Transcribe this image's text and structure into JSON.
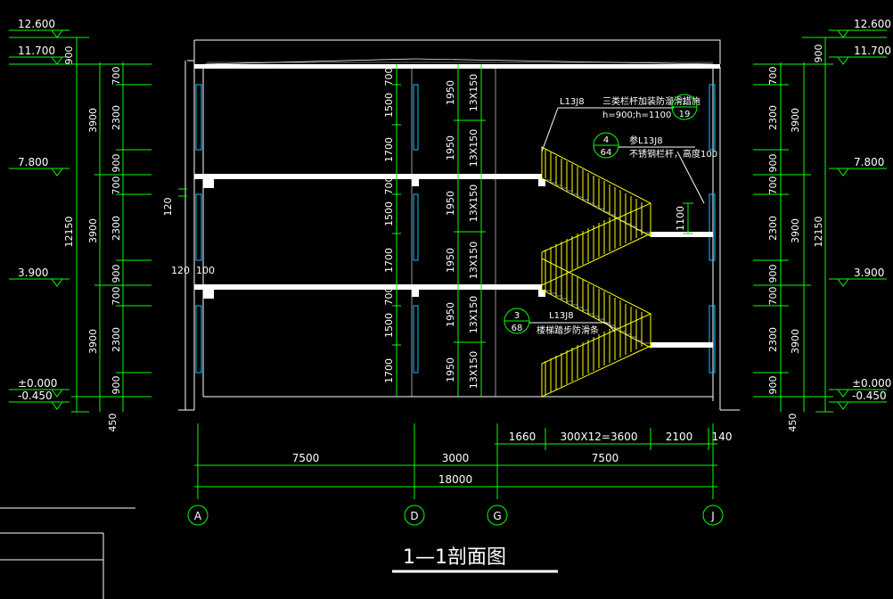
{
  "title": "1—1剖面图",
  "left_levels": {
    "top": "12.600",
    "parapet": "11.700",
    "floor3": "7.800",
    "floor2": "3.900",
    "ground": "±0.000",
    "outside": "-0.450"
  },
  "right_levels": {
    "top": "12.600",
    "parapet": "11.700",
    "floor3": "7.800",
    "floor2": "3.900",
    "ground": "±0.000",
    "outside": "-0.450"
  },
  "left_dims": {
    "total": "12150",
    "storey": [
      "3900",
      "3900",
      "3900"
    ],
    "parapet": "900",
    "base": "450",
    "window_parts": [
      "700",
      "2300",
      "900",
      "700",
      "2300",
      "900",
      "700",
      "2300",
      "900"
    ]
  },
  "right_dims": {
    "total": "12150",
    "storey": [
      "3900",
      "3900",
      "3900"
    ],
    "parapet": "900",
    "base": "450",
    "window_parts": [
      "700",
      "2300",
      "900",
      "700",
      "2300",
      "900",
      "700",
      "2300",
      "900"
    ]
  },
  "inner_dims": {
    "col1": [
      "700",
      "1500",
      "1700",
      "700",
      "1500",
      "1700",
      "700",
      "1500",
      "1700"
    ],
    "col2": [
      "1950",
      "1950",
      "1950",
      "1950",
      "1950",
      "1950"
    ],
    "col3": [
      "13X150",
      "13X150",
      "13X150",
      "13X150",
      "13X150",
      "13X150"
    ]
  },
  "slab_dims": {
    "thick1": "120",
    "thick2": "120",
    "thick3": "100"
  },
  "stair_dims": {
    "rail": "1100"
  },
  "bottom_dims": {
    "upper": [
      "1660",
      "300X12=3600",
      "2100",
      "140"
    ],
    "middle": [
      "7500",
      "3000",
      "7500"
    ],
    "total": "18000"
  },
  "axes": [
    "A",
    "D",
    "G",
    "J"
  ],
  "notes": {
    "note1_code": "L13J8",
    "note1_text": "三类栏杆加装防溜滑措施",
    "note1_sub": "h=900;h=1100",
    "ref1_top": "1",
    "ref1_bottom": "19",
    "ref2_top": "4",
    "ref2_bottom": "64",
    "note2_code": "参L13J8",
    "note2_text": "不锈钢栏杆，高度100",
    "ref3_top": "3",
    "ref3_bottom": "68",
    "note3_code": "L13J8",
    "note3_text": "楼梯踏步防滑条"
  }
}
